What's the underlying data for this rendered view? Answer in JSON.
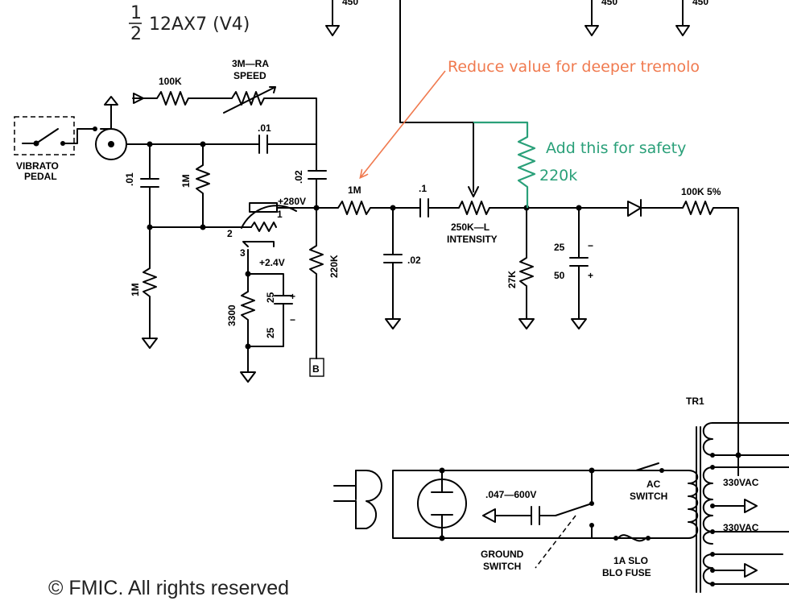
{
  "header": {
    "tube_fraction_num": "1",
    "tube_fraction_den": "2",
    "tube_label": "12AX7 (V4)"
  },
  "top_voltage": "450",
  "annotations": {
    "reduce_note": "Reduce value for deeper tremolo",
    "add_note": "Add this for safety",
    "add_value": "220k",
    "colors": {
      "reduce": "#f07a4f",
      "add": "#2aa079"
    }
  },
  "components": {
    "r_100k_top": "100K",
    "speed_pot_value": "3M—RA",
    "speed_pot_name": "SPEED",
    "pedal_line1": "VIBRATO",
    "pedal_line2": "PEDAL",
    "c_01_top": ".01",
    "c_01_left": ".01",
    "r_1m_a": "1M",
    "r_1m_b": "1M",
    "c_02_plate": ".02",
    "plate_voltage": "+280V",
    "pin1": "1",
    "pin2": "2",
    "pin3": "3",
    "cathode_voltage": "+2.4V",
    "r_220k_plate": "220K",
    "r_3300": "3300",
    "c_25_top": "25",
    "c_25_bot": "25",
    "plus_sign": "+",
    "minus_sign": "−",
    "node_b": "B",
    "r_1m_series": "1M",
    "c_1": ".1",
    "c_02_shunt": ".02",
    "intensity_value": "250K—L",
    "intensity_name": "INTENSITY",
    "r_27k": "27K",
    "c_25_50_top": "25",
    "c_25_50_bot": "50",
    "r_100k_5pct": "100K  5%",
    "tr1": "TR1",
    "cap_047": ".047—600V",
    "ac_switch_1": "AC",
    "ac_switch_2": "SWITCH",
    "vac_1": "330VAC",
    "vac_2": "330VAC",
    "ground_switch_1": "GROUND",
    "ground_switch_2": "SWITCH",
    "fuse_1": "1A  SLO",
    "fuse_2": "BLO  FUSE"
  },
  "copyright": "© FMIC.  All rights reserved"
}
